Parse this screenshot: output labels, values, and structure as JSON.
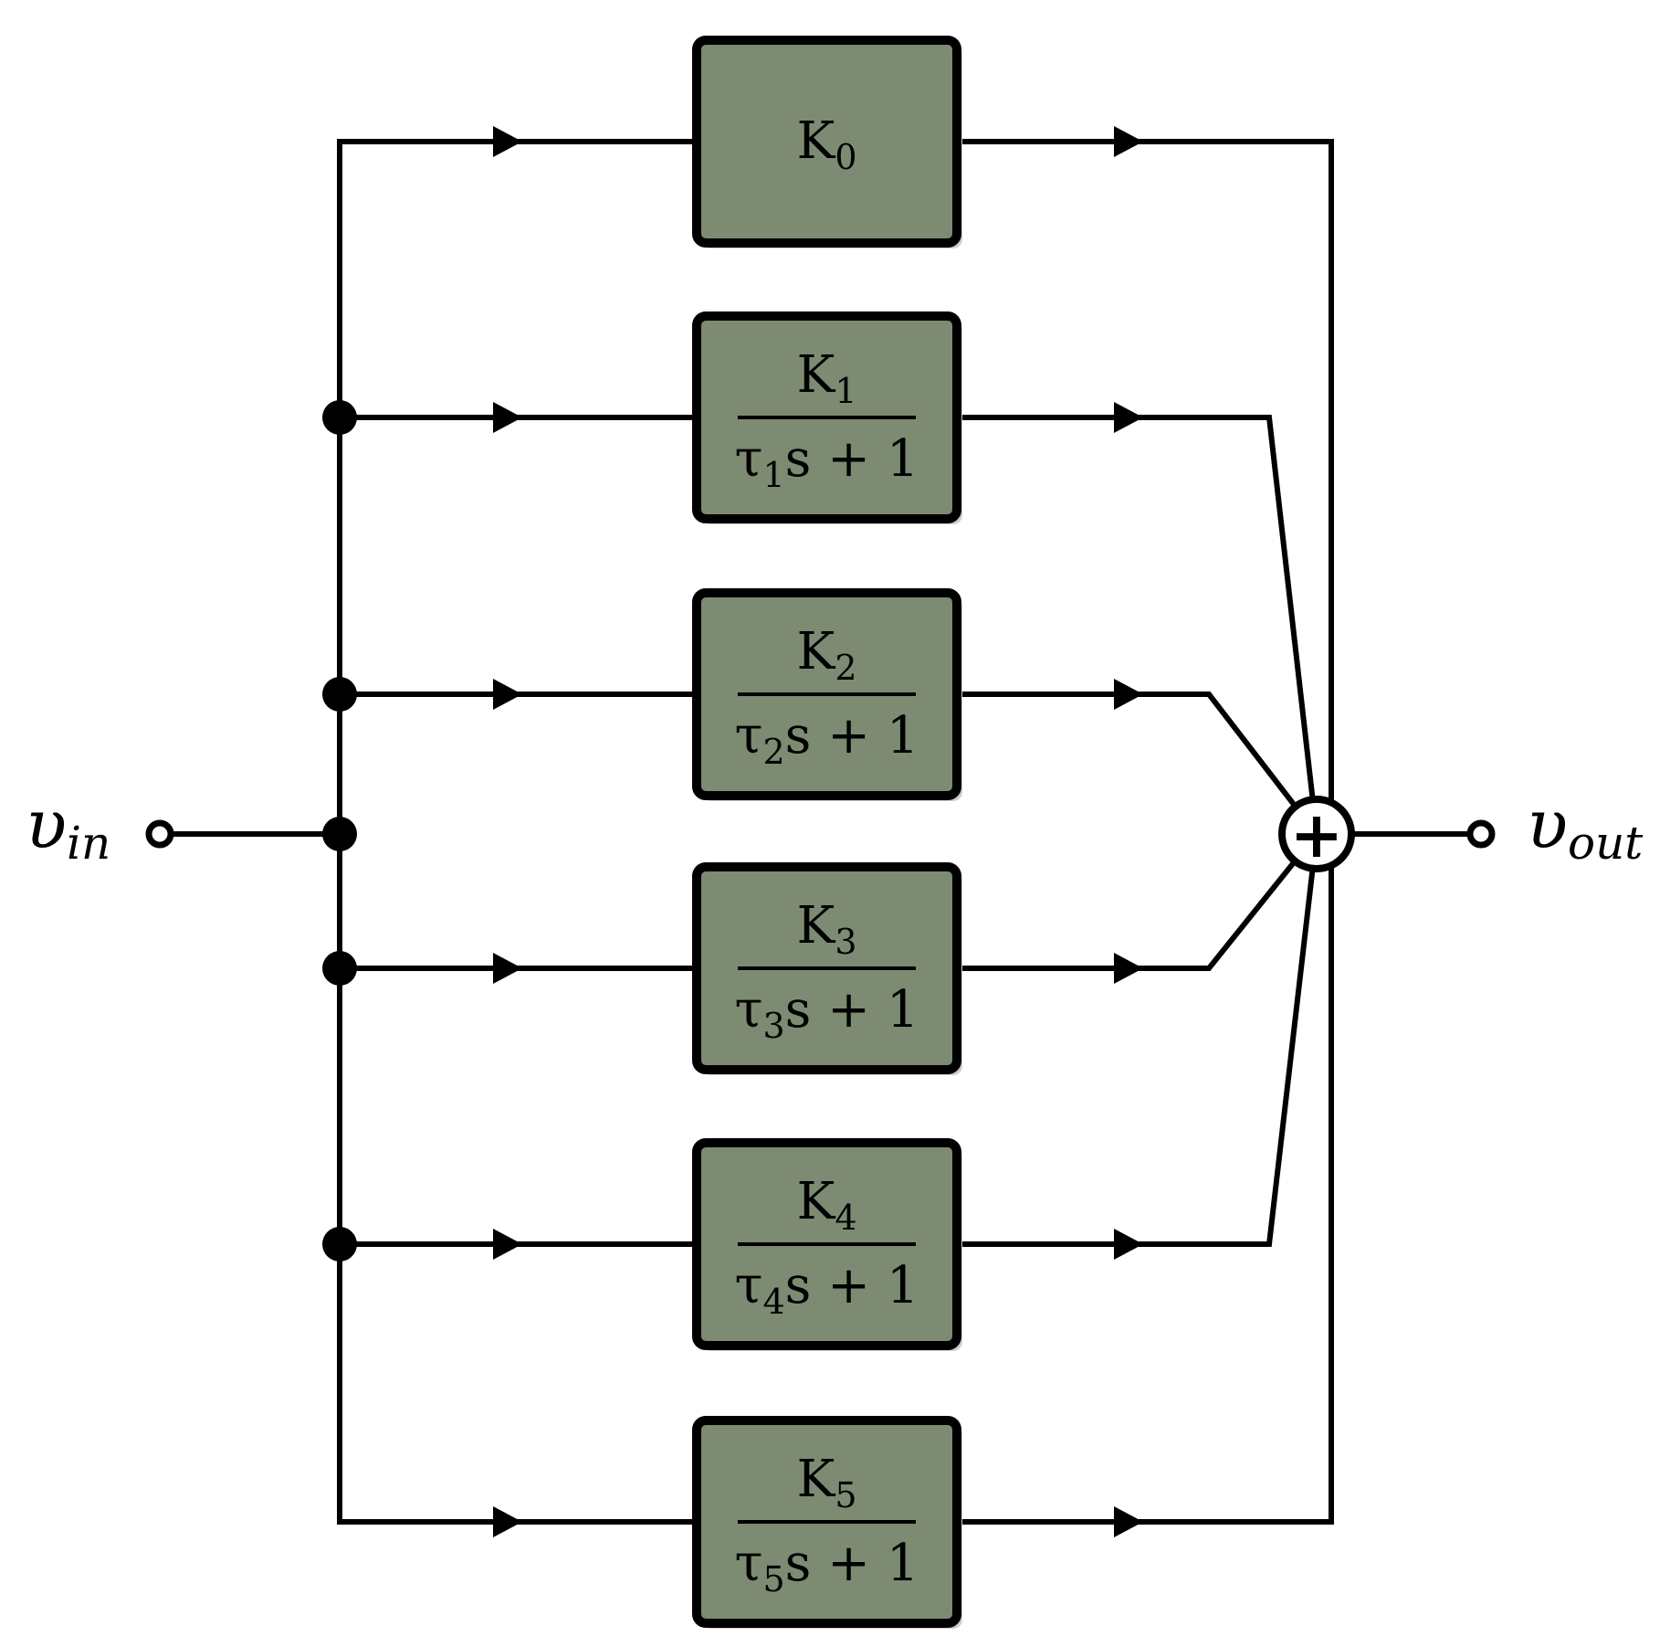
{
  "input_label": {
    "main": "υ",
    "sub": "in"
  },
  "output_label": {
    "main": "υ",
    "sub": "out"
  },
  "blocks": [
    {
      "num": "K",
      "num_sub": "0"
    },
    {
      "num": "K",
      "num_sub": "1",
      "den": "τ",
      "den_sub": "1",
      "den_rest": "s + 1"
    },
    {
      "num": "K",
      "num_sub": "2",
      "den": "τ",
      "den_sub": "2",
      "den_rest": "s + 1"
    },
    {
      "num": "K",
      "num_sub": "3",
      "den": "τ",
      "den_sub": "3",
      "den_rest": "s + 1"
    },
    {
      "num": "K",
      "num_sub": "4",
      "den": "τ",
      "den_sub": "4",
      "den_rest": "s + 1"
    },
    {
      "num": "K",
      "num_sub": "5",
      "den": "τ",
      "den_sub": "5",
      "den_rest": "s + 1"
    }
  ],
  "summer_symbol": "+",
  "colors": {
    "block_fill": "#7c8b72",
    "line": "#000000"
  }
}
